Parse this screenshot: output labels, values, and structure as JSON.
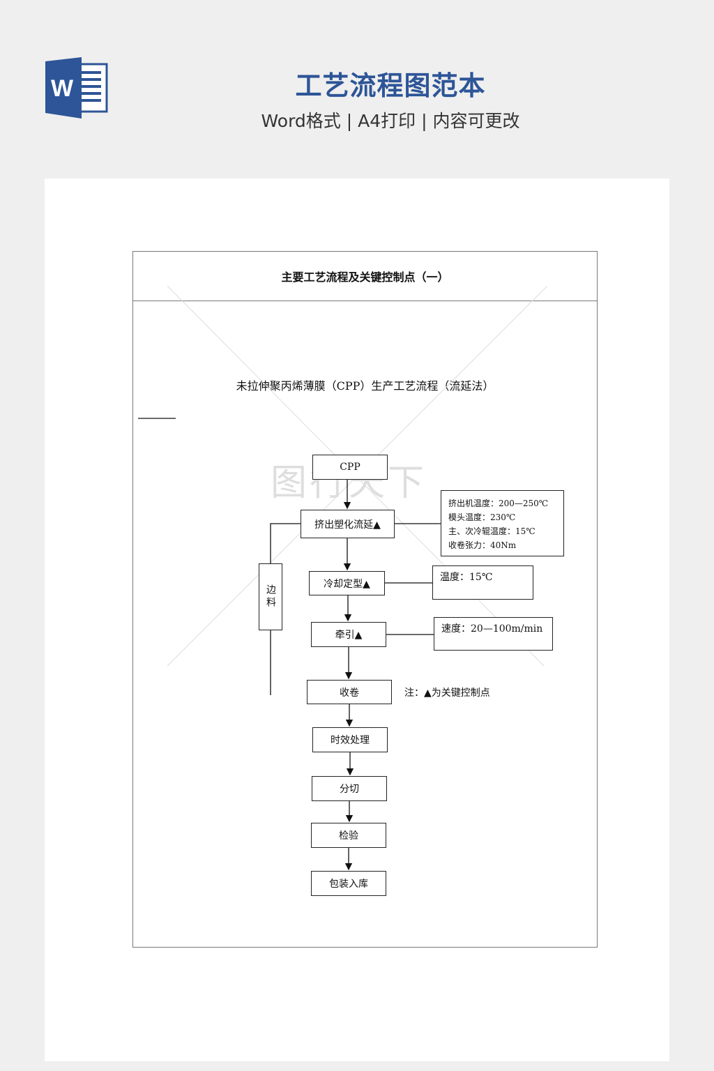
{
  "header": {
    "title": "工艺流程图范本",
    "subtitle": "Word格式 | A4打印 | 内容可更改",
    "logo_letter": "W"
  },
  "document": {
    "heading": "主要工艺流程及关键控制点（一）",
    "subheading": "未拉伸聚丙烯薄膜（CPP）生产工艺流程（流延法）",
    "watermark": "图行天下",
    "note": "注：▲为关键控制点",
    "steps": [
      "CPP",
      "挤出塑化流延▲",
      "冷却定型▲",
      "牵引▲",
      "收卷",
      "时效处理",
      "分切",
      "检验",
      "包装入库"
    ],
    "side_box": "边料",
    "params": {
      "extrusion": [
        "挤出机温度：200—250℃",
        "模头温度：230℃",
        "主、次冷辊温度：15℃",
        "收卷张力：40Nm"
      ],
      "cooling": "温度：15℃",
      "traction": "速度：20—100m/min"
    }
  },
  "colors": {
    "brand": "#2d5597"
  }
}
